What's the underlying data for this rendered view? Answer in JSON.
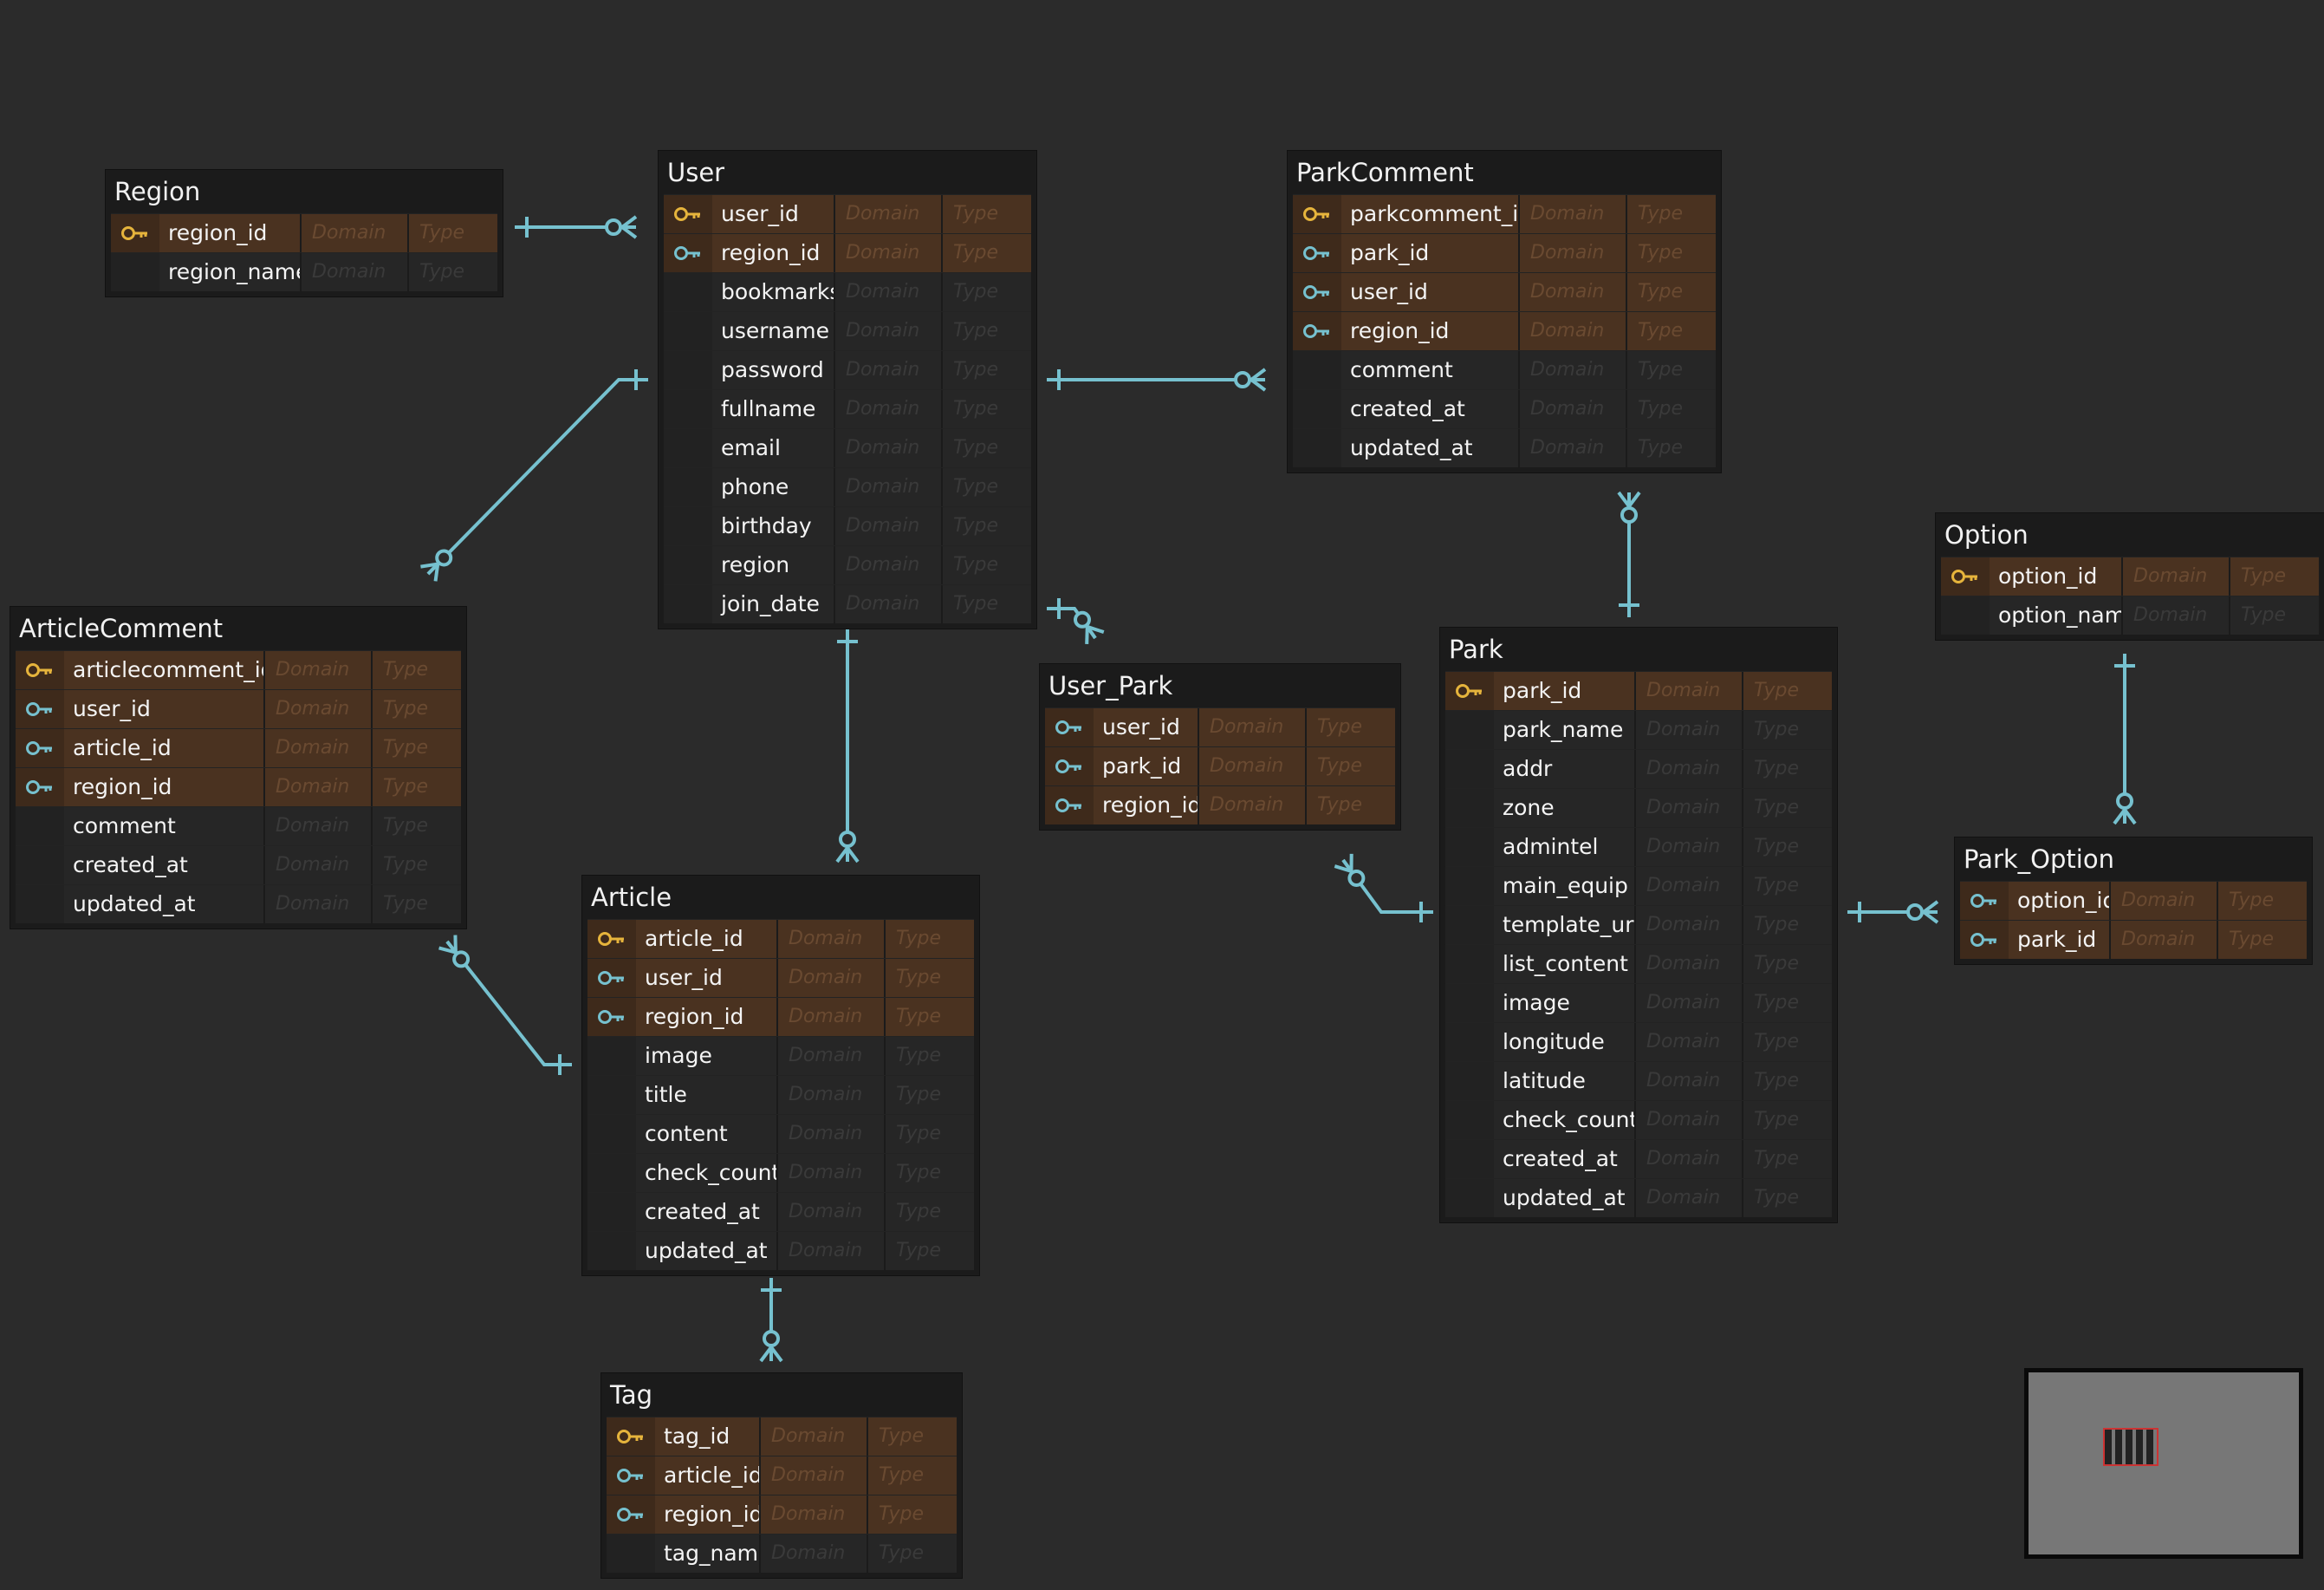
{
  "colors": {
    "relation": "#76c1cf",
    "pk_icon": "#e6b43c",
    "fk_icon": "#76c1cf"
  },
  "entities": {
    "region": {
      "title": "Region",
      "columns": [
        {
          "name": "region_id",
          "key": "pk",
          "domain": "Domain",
          "type": "Type"
        },
        {
          "name": "region_name",
          "key": "",
          "domain": "Domain",
          "type": "Type"
        }
      ]
    },
    "user": {
      "title": "User",
      "columns": [
        {
          "name": "user_id",
          "key": "pk",
          "domain": "Domain",
          "type": "Type"
        },
        {
          "name": "region_id",
          "key": "fk",
          "domain": "Domain",
          "type": "Type"
        },
        {
          "name": "bookmarks",
          "key": "",
          "domain": "Domain",
          "type": "Type"
        },
        {
          "name": "username",
          "key": "",
          "domain": "Domain",
          "type": "Type"
        },
        {
          "name": "password",
          "key": "",
          "domain": "Domain",
          "type": "Type"
        },
        {
          "name": "fullname",
          "key": "",
          "domain": "Domain",
          "type": "Type"
        },
        {
          "name": "email",
          "key": "",
          "domain": "Domain",
          "type": "Type"
        },
        {
          "name": "phone",
          "key": "",
          "domain": "Domain",
          "type": "Type"
        },
        {
          "name": "birthday",
          "key": "",
          "domain": "Domain",
          "type": "Type"
        },
        {
          "name": "region",
          "key": "",
          "domain": "Domain",
          "type": "Type"
        },
        {
          "name": "join_date",
          "key": "",
          "domain": "Domain",
          "type": "Type"
        }
      ]
    },
    "parkcomment": {
      "title": "ParkComment",
      "columns": [
        {
          "name": "parkcomment_id",
          "key": "pk",
          "domain": "Domain",
          "type": "Type"
        },
        {
          "name": "park_id",
          "key": "fk",
          "domain": "Domain",
          "type": "Type"
        },
        {
          "name": "user_id",
          "key": "fk",
          "domain": "Domain",
          "type": "Type"
        },
        {
          "name": "region_id",
          "key": "fk",
          "domain": "Domain",
          "type": "Type"
        },
        {
          "name": "comment",
          "key": "",
          "domain": "Domain",
          "type": "Type"
        },
        {
          "name": "created_at",
          "key": "",
          "domain": "Domain",
          "type": "Type"
        },
        {
          "name": "updated_at",
          "key": "",
          "domain": "Domain",
          "type": "Type"
        }
      ]
    },
    "option": {
      "title": "Option",
      "columns": [
        {
          "name": "option_id",
          "key": "pk",
          "domain": "Domain",
          "type": "Type"
        },
        {
          "name": "option_name",
          "key": "",
          "domain": "Domain",
          "type": "Type"
        }
      ]
    },
    "articlecomment": {
      "title": "ArticleComment",
      "columns": [
        {
          "name": "articlecomment_id",
          "key": "pk",
          "domain": "Domain",
          "type": "Type"
        },
        {
          "name": "user_id",
          "key": "fk",
          "domain": "Domain",
          "type": "Type"
        },
        {
          "name": "article_id",
          "key": "fk",
          "domain": "Domain",
          "type": "Type"
        },
        {
          "name": "region_id",
          "key": "fk",
          "domain": "Domain",
          "type": "Type"
        },
        {
          "name": "comment",
          "key": "",
          "domain": "Domain",
          "type": "Type"
        },
        {
          "name": "created_at",
          "key": "",
          "domain": "Domain",
          "type": "Type"
        },
        {
          "name": "updated_at",
          "key": "",
          "domain": "Domain",
          "type": "Type"
        }
      ]
    },
    "user_park": {
      "title": "User_Park",
      "columns": [
        {
          "name": "user_id",
          "key": "fk",
          "domain": "Domain",
          "type": "Type"
        },
        {
          "name": "park_id",
          "key": "fk",
          "domain": "Domain",
          "type": "Type"
        },
        {
          "name": "region_id",
          "key": "fk",
          "domain": "Domain",
          "type": "Type"
        }
      ]
    },
    "park": {
      "title": "Park",
      "columns": [
        {
          "name": "park_id",
          "key": "pk",
          "domain": "Domain",
          "type": "Type"
        },
        {
          "name": "park_name",
          "key": "",
          "domain": "Domain",
          "type": "Type"
        },
        {
          "name": "addr",
          "key": "",
          "domain": "Domain",
          "type": "Type"
        },
        {
          "name": "zone",
          "key": "",
          "domain": "Domain",
          "type": "Type"
        },
        {
          "name": "admintel",
          "key": "",
          "domain": "Domain",
          "type": "Type"
        },
        {
          "name": "main_equip",
          "key": "",
          "domain": "Domain",
          "type": "Type"
        },
        {
          "name": "template_url",
          "key": "",
          "domain": "Domain",
          "type": "Type"
        },
        {
          "name": "list_content",
          "key": "",
          "domain": "Domain",
          "type": "Type"
        },
        {
          "name": "image",
          "key": "",
          "domain": "Domain",
          "type": "Type"
        },
        {
          "name": "longitude",
          "key": "",
          "domain": "Domain",
          "type": "Type"
        },
        {
          "name": "latitude",
          "key": "",
          "domain": "Domain",
          "type": "Type"
        },
        {
          "name": "check_count",
          "key": "",
          "domain": "Domain",
          "type": "Type"
        },
        {
          "name": "created_at",
          "key": "",
          "domain": "Domain",
          "type": "Type"
        },
        {
          "name": "updated_at",
          "key": "",
          "domain": "Domain",
          "type": "Type"
        }
      ]
    },
    "park_option": {
      "title": "Park_Option",
      "columns": [
        {
          "name": "option_id",
          "key": "fk",
          "domain": "Domain",
          "type": "Type"
        },
        {
          "name": "park_id",
          "key": "fk",
          "domain": "Domain",
          "type": "Type"
        }
      ]
    },
    "article": {
      "title": "Article",
      "columns": [
        {
          "name": "article_id",
          "key": "pk",
          "domain": "Domain",
          "type": "Type"
        },
        {
          "name": "user_id",
          "key": "fk",
          "domain": "Domain",
          "type": "Type"
        },
        {
          "name": "region_id",
          "key": "fk",
          "domain": "Domain",
          "type": "Type"
        },
        {
          "name": "image",
          "key": "",
          "domain": "Domain",
          "type": "Type"
        },
        {
          "name": "title",
          "key": "",
          "domain": "Domain",
          "type": "Type"
        },
        {
          "name": "content",
          "key": "",
          "domain": "Domain",
          "type": "Type"
        },
        {
          "name": "check_count",
          "key": "",
          "domain": "Domain",
          "type": "Type"
        },
        {
          "name": "created_at",
          "key": "",
          "domain": "Domain",
          "type": "Type"
        },
        {
          "name": "updated_at",
          "key": "",
          "domain": "Domain",
          "type": "Type"
        }
      ]
    },
    "tag": {
      "title": "Tag",
      "columns": [
        {
          "name": "tag_id",
          "key": "pk",
          "domain": "Domain",
          "type": "Type"
        },
        {
          "name": "article_id",
          "key": "fk",
          "domain": "Domain",
          "type": "Type"
        },
        {
          "name": "region_id",
          "key": "fk",
          "domain": "Domain",
          "type": "Type"
        },
        {
          "name": "tag_name",
          "key": "",
          "domain": "Domain",
          "type": "Type"
        }
      ]
    }
  },
  "relationships": [
    {
      "from": "region",
      "to": "user"
    },
    {
      "from": "user",
      "to": "parkcomment"
    },
    {
      "from": "user",
      "to": "articlecomment"
    },
    {
      "from": "user",
      "to": "user_park"
    },
    {
      "from": "user",
      "to": "article"
    },
    {
      "from": "park",
      "to": "parkcomment"
    },
    {
      "from": "park",
      "to": "user_park"
    },
    {
      "from": "park",
      "to": "park_option"
    },
    {
      "from": "option",
      "to": "park_option"
    },
    {
      "from": "article",
      "to": "articlecomment"
    },
    {
      "from": "article",
      "to": "tag"
    }
  ]
}
